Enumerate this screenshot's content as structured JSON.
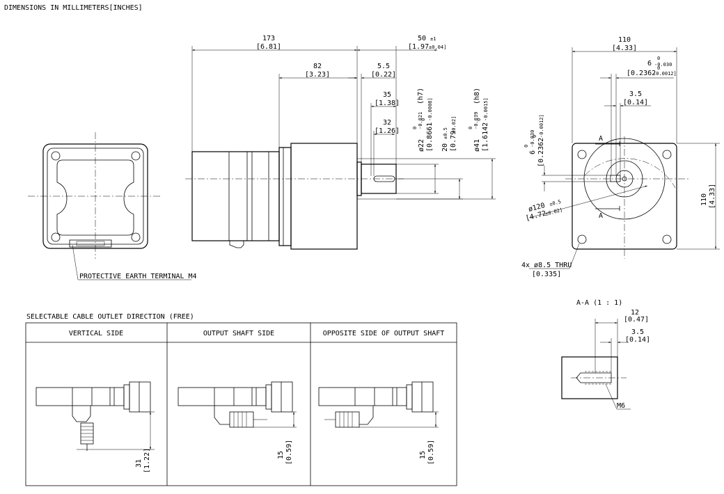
{
  "header": {
    "units_note": "DIMENSIONS IN MILLIMETERS[INCHES]"
  },
  "earth_terminal": {
    "label": "PROTECTIVE EARTH TERMINAL M4"
  },
  "side_view": {
    "overall": {
      "mm": "173",
      "in": "[6.81]"
    },
    "gearhead": {
      "mm": "82",
      "in": "[3.23]"
    },
    "shaft_ext": {
      "mm": "50",
      "mm_tol": "±1",
      "in": "[1.97",
      "in_tol": "±0.04]"
    },
    "flange": {
      "mm": "5.5",
      "in": "[0.22]"
    },
    "key_len_a": {
      "mm": "35",
      "in": "[1.38]"
    },
    "key_len_b": {
      "mm": "32",
      "in": "[1.26]"
    },
    "shaft_dia": {
      "mm": "ø22",
      "tol_up": "0",
      "tol_lo": "-0.021",
      "in": "[0.8661",
      "in_up": "0",
      "in_lo": "-0.0008]",
      "fit": "(h7)"
    },
    "key_height": {
      "mm": "20",
      "mm_tol": "±0.5",
      "in": "[0.79",
      "in_tol": "±0.02]"
    },
    "pilot_dia": {
      "mm": "ø41",
      "tol_up": "0",
      "tol_lo": "-0.039",
      "in": "[1.6142",
      "in_up": "0",
      "in_lo": "-0.0015]",
      "fit": "(h8)"
    }
  },
  "front_view": {
    "width": {
      "mm": "110",
      "in": "[4.33]"
    },
    "height": {
      "mm": "110",
      "in": "[4.33]"
    },
    "key_width": {
      "mm": "6",
      "tol_up": "0",
      "tol_lo": "-0.030",
      "in": "[0.2362",
      "in_up": "0",
      "in_lo": "-0.0012]"
    },
    "key_depth": {
      "mm": "3.5",
      "in": "[0.14]"
    },
    "key_width_side": {
      "mm": "6",
      "tol_up": "0",
      "tol_lo": "-0.030",
      "in": "[0.2362",
      "in_up": "0",
      "in_lo": "-0.0012]"
    },
    "pcd": {
      "mm": "ø120",
      "mm_tol": "±0.5",
      "in": "[4.72",
      "in_tol": "±0.02]"
    },
    "holes": {
      "label": "4x ø8.5 THRU",
      "in": "[0.335]"
    },
    "section_a_top": "A",
    "section_a_bottom": "A"
  },
  "section": {
    "title": "A-A (1 : 1)",
    "key_len": {
      "mm": "12",
      "in": "[0.47]"
    },
    "thread_depth": {
      "mm": "3.5",
      "in": "[0.14]"
    },
    "thread": "M6"
  },
  "cable_table": {
    "title": "SELECTABLE CABLE OUTLET DIRECTION (FREE)",
    "columns": [
      "VERTICAL SIDE",
      "OUTPUT SHAFT SIDE",
      "OPPOSITE SIDE OF OUTPUT SHAFT"
    ],
    "dims": [
      {
        "mm": "31",
        "in": "[1.22]"
      },
      {
        "mm": "15",
        "in": "[0.59]"
      },
      {
        "mm": "15",
        "in": "[0.59]"
      }
    ]
  }
}
